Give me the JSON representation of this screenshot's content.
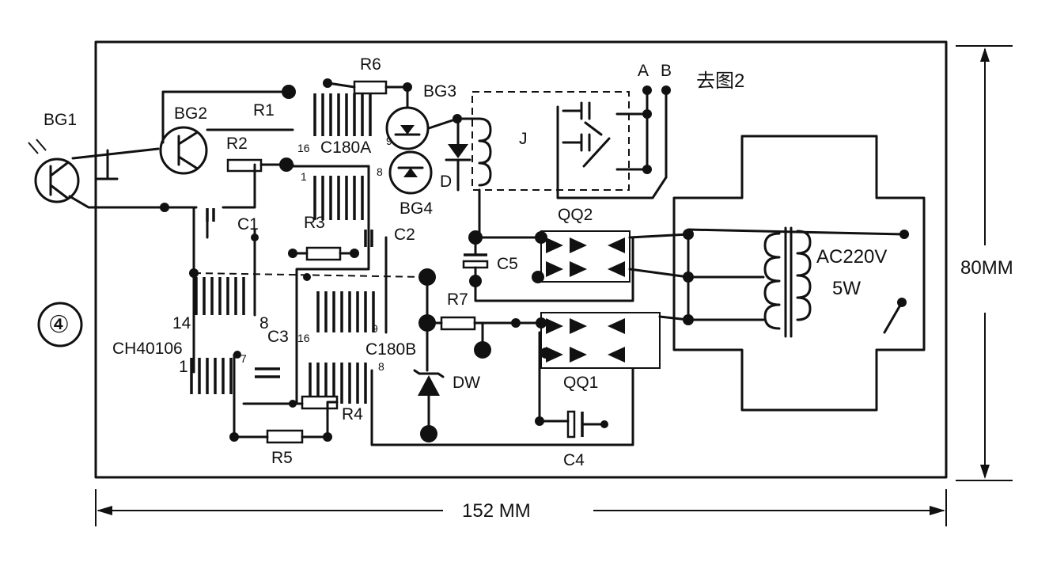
{
  "figure_label": "去图2",
  "figure_number": "④",
  "dimensions": {
    "width": "152 MM",
    "height": "80MM"
  },
  "transistors": [
    "BG1",
    "BG2",
    "BG3",
    "BG4"
  ],
  "resistors": [
    "R1",
    "R2",
    "R3",
    "R4",
    "R5",
    "R6",
    "R7"
  ],
  "capacitors": [
    "C1",
    "C2",
    "C3",
    "C4",
    "C5"
  ],
  "ics": {
    "a": {
      "name": "C180A",
      "pins": [
        "16",
        "1",
        "9",
        "8"
      ]
    },
    "b": {
      "name": "C180B",
      "pins": [
        "16",
        "9",
        "8"
      ]
    },
    "c": {
      "name": "CH40106",
      "pins": [
        "14",
        "8",
        "1",
        "7"
      ]
    }
  },
  "bridges": [
    "QQ2",
    "QQ1"
  ],
  "relay": "J",
  "diode": "D",
  "zener": "DW",
  "terminals": [
    "A",
    "B"
  ],
  "transformer": {
    "voltage": "AC220V",
    "power": "5W"
  }
}
